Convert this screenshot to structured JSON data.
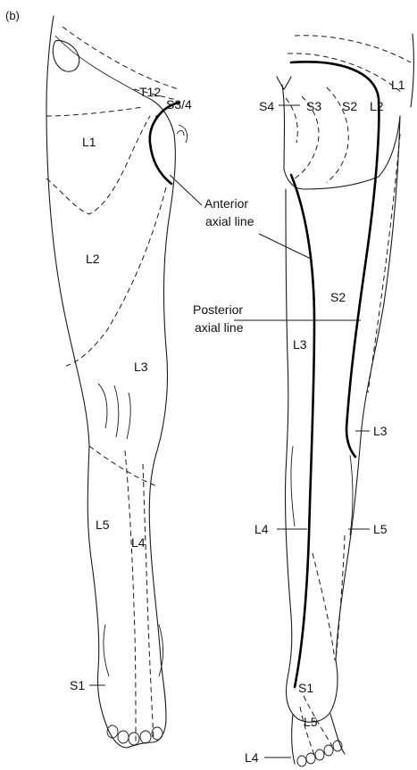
{
  "panel_label": "(b)",
  "anterior_labels": {
    "t12": "T12",
    "l1": "L1",
    "s34": "S3/4",
    "l2": "L2",
    "l3": "L3",
    "l5": "L5",
    "l4": "L4",
    "s1": "S1"
  },
  "posterior_labels": {
    "l1": "L1",
    "s4": "S4",
    "s3": "S3",
    "s2_top": "S2",
    "l2": "L2",
    "s2_mid": "S2",
    "l3_left": "L3",
    "l3_right": "L3",
    "l4": "L4",
    "l5": "L5",
    "s1": "S1",
    "l5_foot": "L5",
    "l4_foot": "L4"
  },
  "annotations": {
    "anterior_axial_line": [
      "Anterior",
      "axial line"
    ],
    "posterior_axial_line": [
      "Posterior",
      "axial line"
    ]
  }
}
